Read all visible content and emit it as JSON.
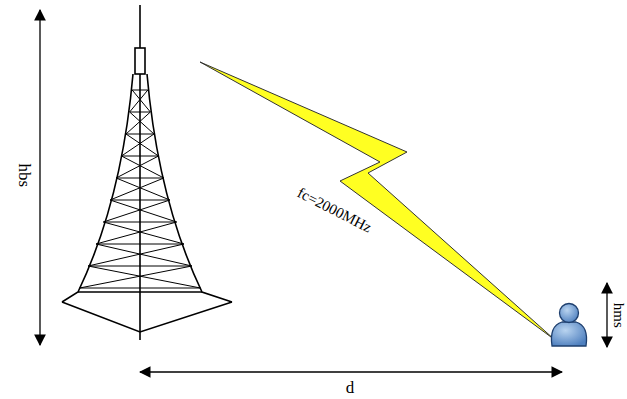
{
  "diagram": {
    "labels": [
      "hbs",
      "fc=2000MHz",
      "hms",
      "d"
    ]
  }
}
